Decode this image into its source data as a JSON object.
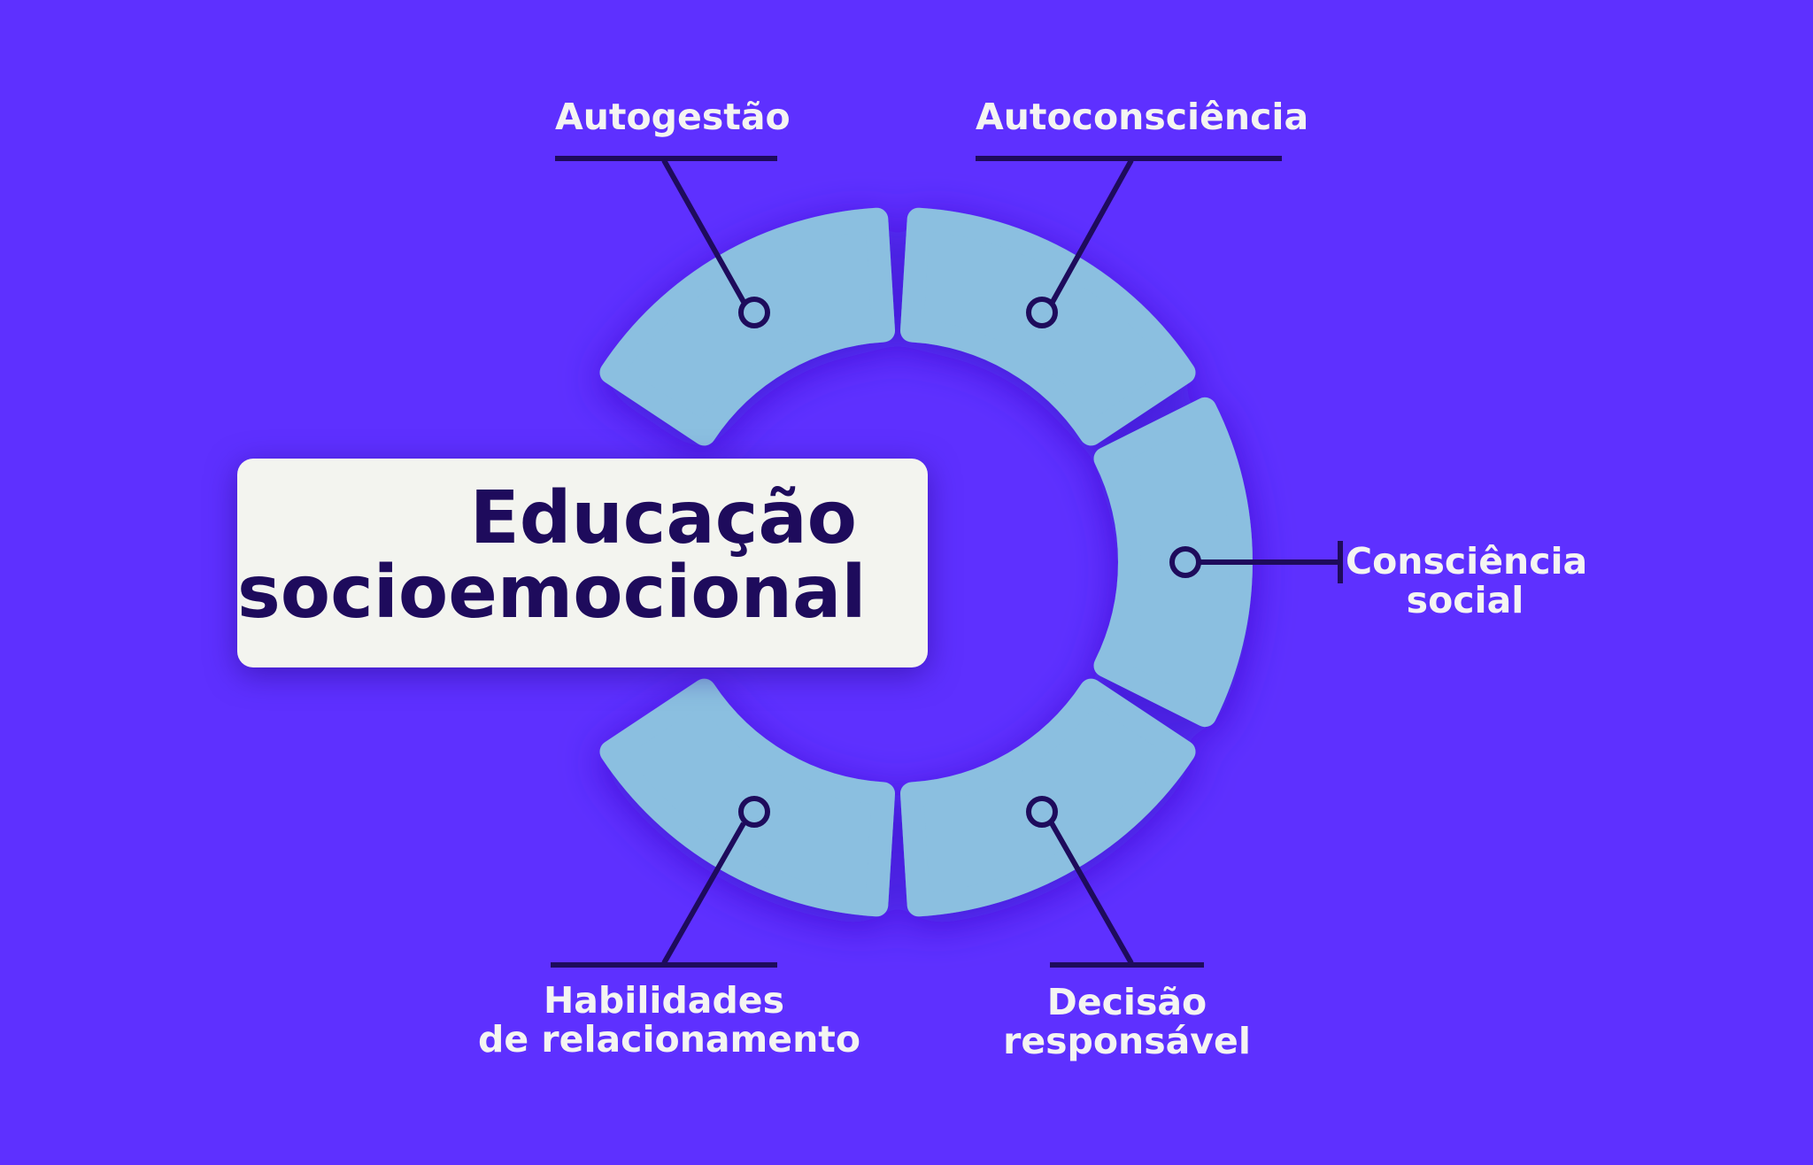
{
  "title": {
    "line1": "Educação",
    "line2": "socioemocional"
  },
  "labels": {
    "self_management": "Autogestão",
    "self_awareness": "Autoconsciência",
    "social_awareness": [
      "Consciência",
      "social"
    ],
    "responsible_decision": [
      "Decisão",
      "responsável"
    ],
    "relationship_skills": [
      "Habilidades",
      "de relacionamento"
    ]
  },
  "colors": {
    "background": "#5e30ff",
    "segment": "#8bbfe0",
    "line": "#1e0b5c",
    "card": "#f3f4ef",
    "label": "#f4f4f2"
  }
}
